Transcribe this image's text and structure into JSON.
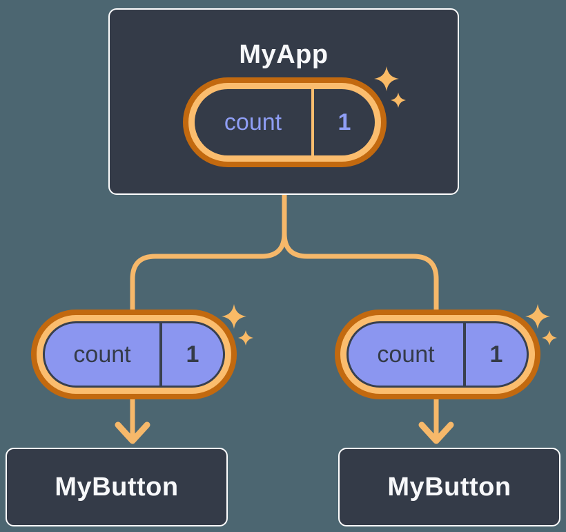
{
  "nodes": {
    "root": {
      "title": "MyApp",
      "state_pill": {
        "key": "count",
        "value": "1"
      }
    },
    "children": [
      {
        "title": "MyButton",
        "prop_pill": {
          "key": "count",
          "value": "1"
        }
      },
      {
        "title": "MyButton",
        "prop_pill": {
          "key": "count",
          "value": "1"
        }
      }
    ]
  },
  "icons": {
    "sparkle": "four-point-star-sparkle",
    "arrow": "down-arrow"
  },
  "colors": {
    "background": "#4c6671",
    "node_fill": "#343b48",
    "node_border": "#ffffff",
    "node_text": "#f7f8fa",
    "pill_ring_outer": "#c2690f",
    "pill_ring_inner": "#fbbd6e",
    "pill_fill_root": "#343b48",
    "pill_fill_child": "#8b96f0",
    "pill_outline_child": "#38404e",
    "pill_text_root": "#8f9ef5",
    "pill_text_child": "#343b48",
    "connector": "#f6b86a",
    "sparkle": "#f9ba66"
  }
}
